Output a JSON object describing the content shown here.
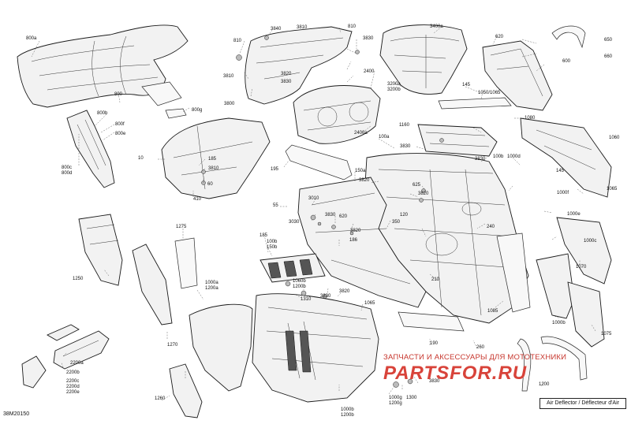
{
  "diagram_code": "38M20150",
  "caption_box": "Air Deflector / Déflecteur d'Air",
  "watermark": {
    "line1": "ЗАПЧАСТИ И АКСЕССУАРЫ ДЛЯ МОТОТЕХНИКИ",
    "line2": "PARTSFOR.RU"
  },
  "callouts": [
    "800a",
    "800",
    "800b",
    "800f",
    "800e",
    "800g",
    "800c\n800d",
    "3840",
    "3810",
    "810",
    "3830",
    "810",
    "3820",
    "3830",
    "3810",
    "3800",
    "3400a",
    "3200a\n3200b",
    "2400",
    "2400a",
    "620",
    "650",
    "660",
    "600",
    "145",
    "1050/1065",
    "1060",
    "1160",
    "3830",
    "100a",
    "1080",
    "100b",
    "1000d",
    "10",
    "185",
    "3810",
    "60",
    "410",
    "195",
    "150a",
    "3820",
    "3830",
    "625",
    "3820",
    "3010",
    "145",
    "1000f",
    "1065",
    "55",
    "3030",
    "620",
    "3830",
    "3820",
    "120",
    "350",
    "240",
    "1000e",
    "210",
    "1275",
    "1250",
    "185",
    "186",
    "100b\n150b",
    "1000c",
    "1070",
    "1060b\n1200b",
    "1310",
    "3830",
    "3820",
    "1065",
    "1085",
    "1000b",
    "1000a\n1200a",
    "1270",
    "190",
    "260",
    "2200a",
    "2200b",
    "2200c\n2200d\n2200e",
    "1275",
    "1000b\n1200b",
    "1000g\n1200g",
    "1300",
    "3830",
    "1075",
    "1200",
    "1260"
  ]
}
